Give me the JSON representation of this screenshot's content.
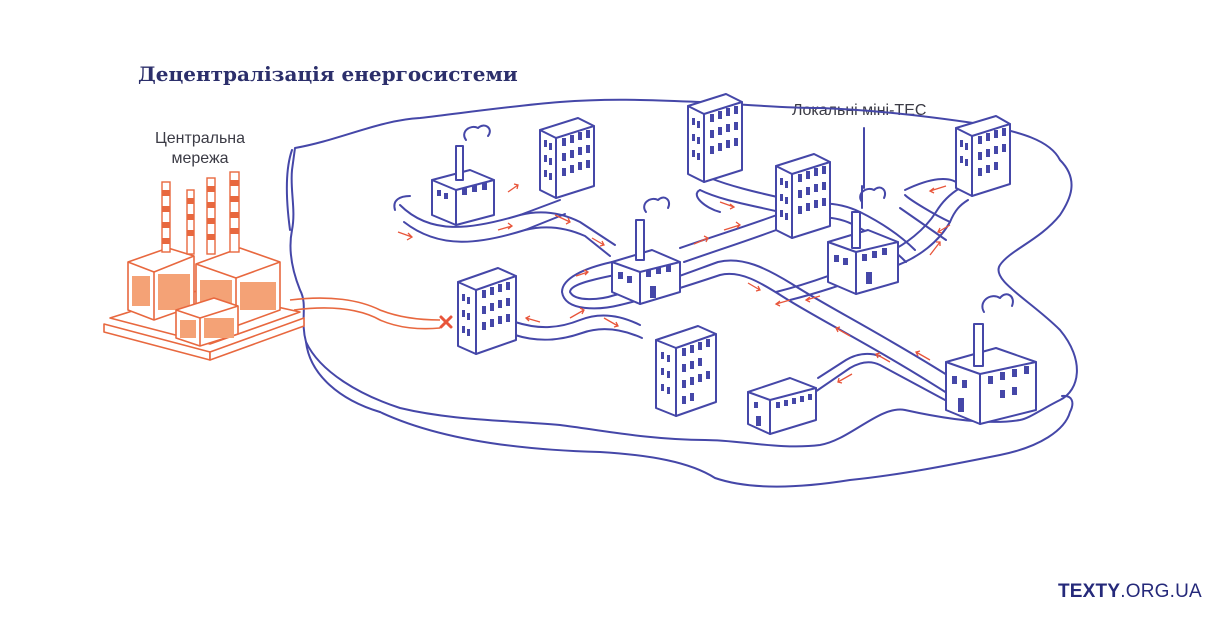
{
  "title": "Децентралізація енергосистеми",
  "labels": {
    "central_grid": [
      "Центральна",
      "мережа"
    ],
    "local_mini_chp": "Локальні міні-ТЕС"
  },
  "brand": {
    "bold": "TEXTY",
    "rest": ".ORG.UA"
  },
  "colors": {
    "decentralized": "#4547a8",
    "central": "#e8683f",
    "flow_arrows": "#e8553a",
    "title": "#2c2f6b"
  },
  "icons": [
    "cross-mark-icon",
    "factory-icon",
    "apartment-building-icon",
    "mini-chp-icon"
  ]
}
